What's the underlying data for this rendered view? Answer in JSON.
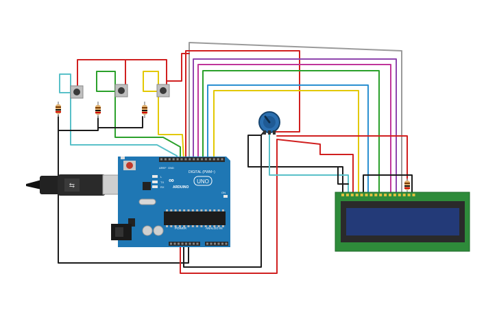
{
  "colors": {
    "board": "#1f77b4",
    "board_dark": "#16629a",
    "lcd_pcb": "#2e8b3a",
    "lcd_screen": "#233a78",
    "wire_red": "#d01f1f",
    "wire_black": "#1b1b1b",
    "wire_green": "#2aa02a",
    "wire_yellow": "#e3c800",
    "wire_cyan": "#58c0c8",
    "wire_blue": "#2a8fd0",
    "wire_purple": "#8e44ad",
    "wire_magenta": "#c0359a",
    "wire_gray": "#9a9a9a"
  },
  "board": {
    "logo": "ARDUINO",
    "model": "UNO",
    "digital_header": "DIGITAL (PWM~)",
    "power_header": "POWER",
    "analog_header": "ANALOG IN",
    "aref_label": "AREF",
    "gnd_label": "GND",
    "tx_label": "TX",
    "rx_label": "RX",
    "l_label": "L",
    "on_label": "ON"
  },
  "components": {
    "buttons": [
      "button-1",
      "button-2",
      "button-3"
    ],
    "resistor_count": 4,
    "potentiometer": "potentiometer",
    "lcd": "lcd-16x2",
    "usb": "usb-cable"
  }
}
